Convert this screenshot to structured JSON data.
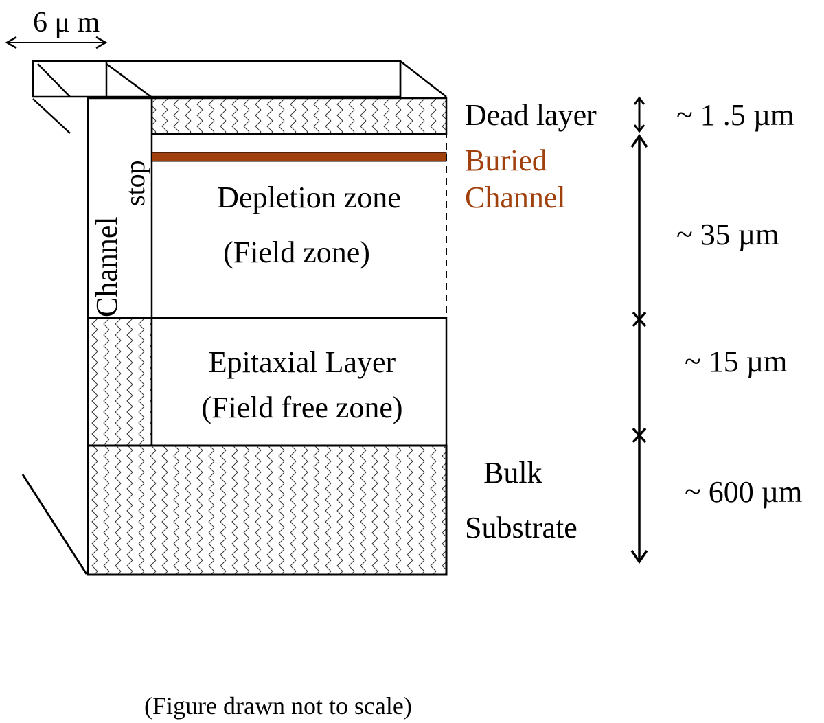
{
  "scale_label": "6 μ m",
  "layers": {
    "dead_layer": {
      "label": "Dead layer",
      "thickness": "~ 1 .5 µm"
    },
    "buried_channel": {
      "label_line1": "Buried",
      "label_line2": "Channel",
      "color": "#a0410d"
    },
    "depletion": {
      "label_line1": "Depletion zone",
      "label_line2": "(Field zone)",
      "thickness": "~ 35  µm"
    },
    "epitaxial": {
      "label_line1": "Epitaxial Layer",
      "label_line2": "(Field free zone)",
      "thickness": "~ 15  µm"
    },
    "bulk": {
      "label_line1": "Bulk",
      "label_line2": "Substrate",
      "thickness": "~ 600 µm"
    }
  },
  "channel_stop": {
    "label_line1": "Channel",
    "label_line2": "stop"
  },
  "caption": "(Figure drawn not to scale)"
}
